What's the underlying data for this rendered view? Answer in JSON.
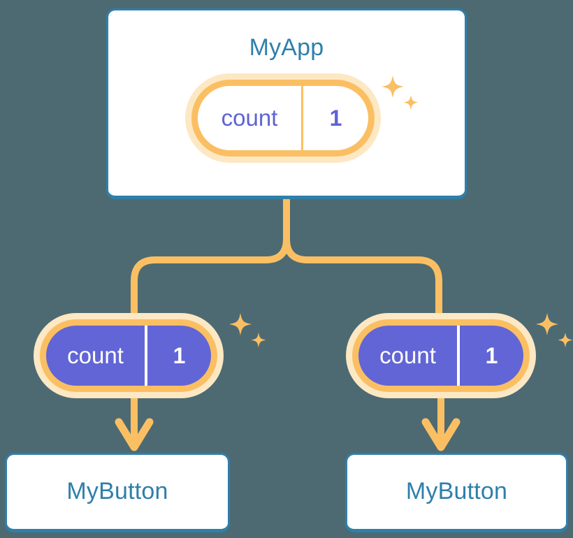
{
  "diagram": {
    "title": "MyApp component tree with shared count state",
    "background_color": "#4d6a72"
  },
  "colors": {
    "background": "#4d6a72",
    "card_border": "#2f7fab",
    "card_fill": "#ffffff",
    "card_text": "#2f7fab",
    "pill_ring": "#fbbf63",
    "pill_glow": "#fde8c4",
    "pill_fill_light": "#ffffff",
    "pill_fill_purple": "#6265d6",
    "pill_text_purple": "#5f63d4",
    "pill_text_white": "#ffffff",
    "connector": "#fbbf63",
    "sparkle": "#fbbf63"
  },
  "root": {
    "name": "root-component",
    "title": "MyApp",
    "state_pill": {
      "key": "count",
      "value": "1",
      "style": "light"
    },
    "sparkle_icon": "sparkle-icon"
  },
  "children": [
    {
      "name": "child-left",
      "state_pill": {
        "key": "count",
        "value": "1",
        "style": "purple"
      },
      "sparkle_icon": "sparkle-icon",
      "leaf": {
        "title": "MyButton"
      },
      "arrow_icon": "arrow-down-icon"
    },
    {
      "name": "child-right",
      "state_pill": {
        "key": "count",
        "value": "1",
        "style": "purple"
      },
      "sparkle_icon": "sparkle-icon",
      "leaf": {
        "title": "MyButton"
      },
      "arrow_icon": "arrow-down-icon"
    }
  ],
  "connectors": {
    "trunk_icon": "tree-branch-connector",
    "arrow_icon": "arrow-down-icon"
  }
}
